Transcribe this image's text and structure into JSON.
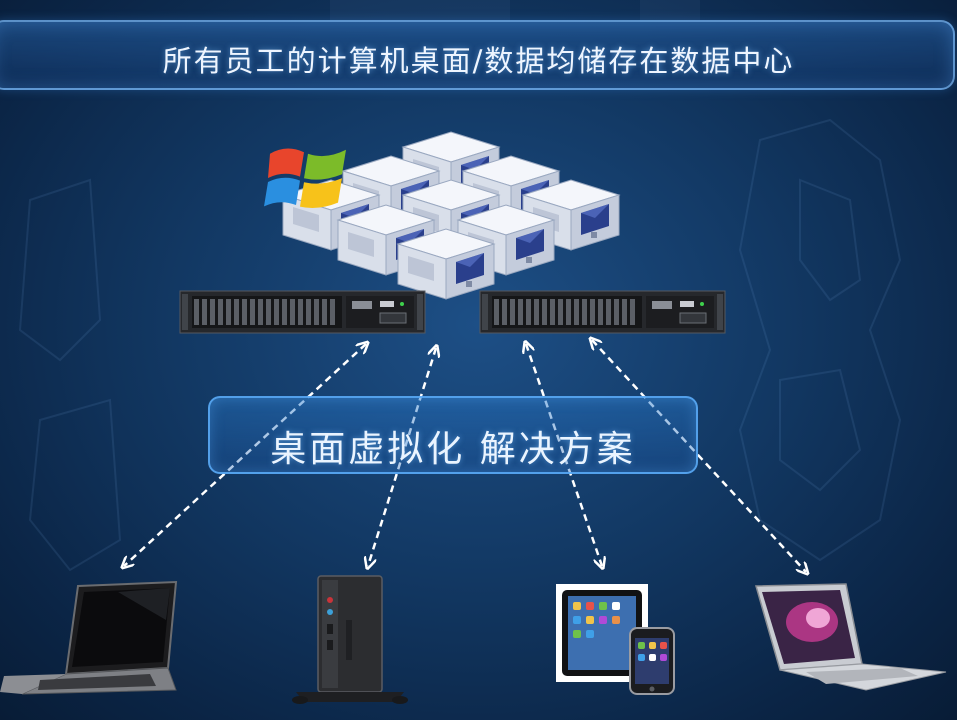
{
  "header": {
    "title": "所有员工的计算机桌面/数据均储存在数据中心"
  },
  "center": {
    "label": "桌面虚拟化 解决方案"
  },
  "datacenter": {
    "logo_icon": "windows-logo-icon",
    "vm_icon": "virtual-desktop-cube-icon",
    "server_icon": "rack-server-icon"
  },
  "devices": [
    {
      "name": "laptop",
      "icon": "laptop-icon"
    },
    {
      "name": "thin-client",
      "icon": "thin-client-icon"
    },
    {
      "name": "tablet-phone",
      "icon": "tablet-phone-icon"
    },
    {
      "name": "macbook",
      "icon": "macbook-icon"
    }
  ],
  "colors": {
    "accent": "#5aaaf5",
    "text": "#eef5ff",
    "background": "#123863"
  }
}
